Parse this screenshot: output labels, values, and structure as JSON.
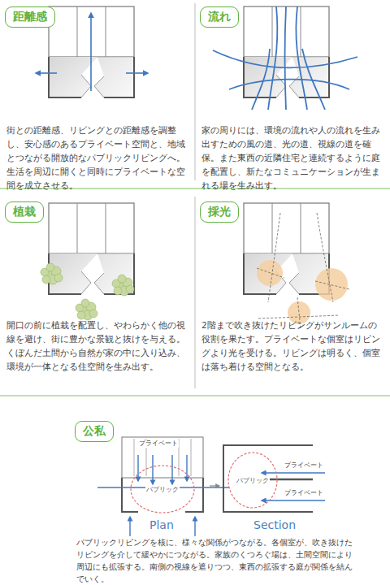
{
  "diagram": {
    "nodes": [
      {
        "text": [
          "距離感"
        ]
      },
      {
        "text": [
          "流れ"
        ]
      },
      {
        "text": [
          "植栽"
        ]
      },
      {
        "text": [
          "採光"
        ]
      },
      {
        "text": [
          "公私"
        ]
      },
      {
        "text": [
          "パブリック"
        ]
      },
      {
        "text": [
          "パブリック"
        ]
      }
    ],
    "labels": [
      "街との距離感、リビングとの距離感を調整し、安心感のあるプライベート空間と、地域とつながる開放的なパブリックリビングへ。生活を周辺に開くと同時にプライベートな空間を成立させる。",
      "家の周りには、環境の流れや人の流れを生み出すための風の道、光の道、視線の道を確保。また東西の近隣住宅と連続するように庭を配置し、新たなコミュニケーションが生まれる場を生み出す。",
      "開口の前に植栽を配置し、やわらかく他の視線を避け、街に豊かな景観と抜けを与える。くぼんだ土間から自然が家の中に入り込み、環境が一体となる住空間を生み出す。",
      "2階まで吹き抜けたリビングがサンルームの役割を果たす。プライベートな個室はリビングより光を受ける。リビングは明るく、個室は落ち着ける空間となる。",
      "プライベート",
      "Plan",
      "プライベート",
      "プライベート",
      "Section",
      "パブリックリビングを核に、様々な関係がつながる。各個室が、吹き抜けたリビングを介して緩やかにつながる。家族のくつろぐ場は、土間空間により周辺にも拡張する。南側の視線を遮りつつ、東西の拡張する庭が関係を結んでいく。"
    ]
  }
}
